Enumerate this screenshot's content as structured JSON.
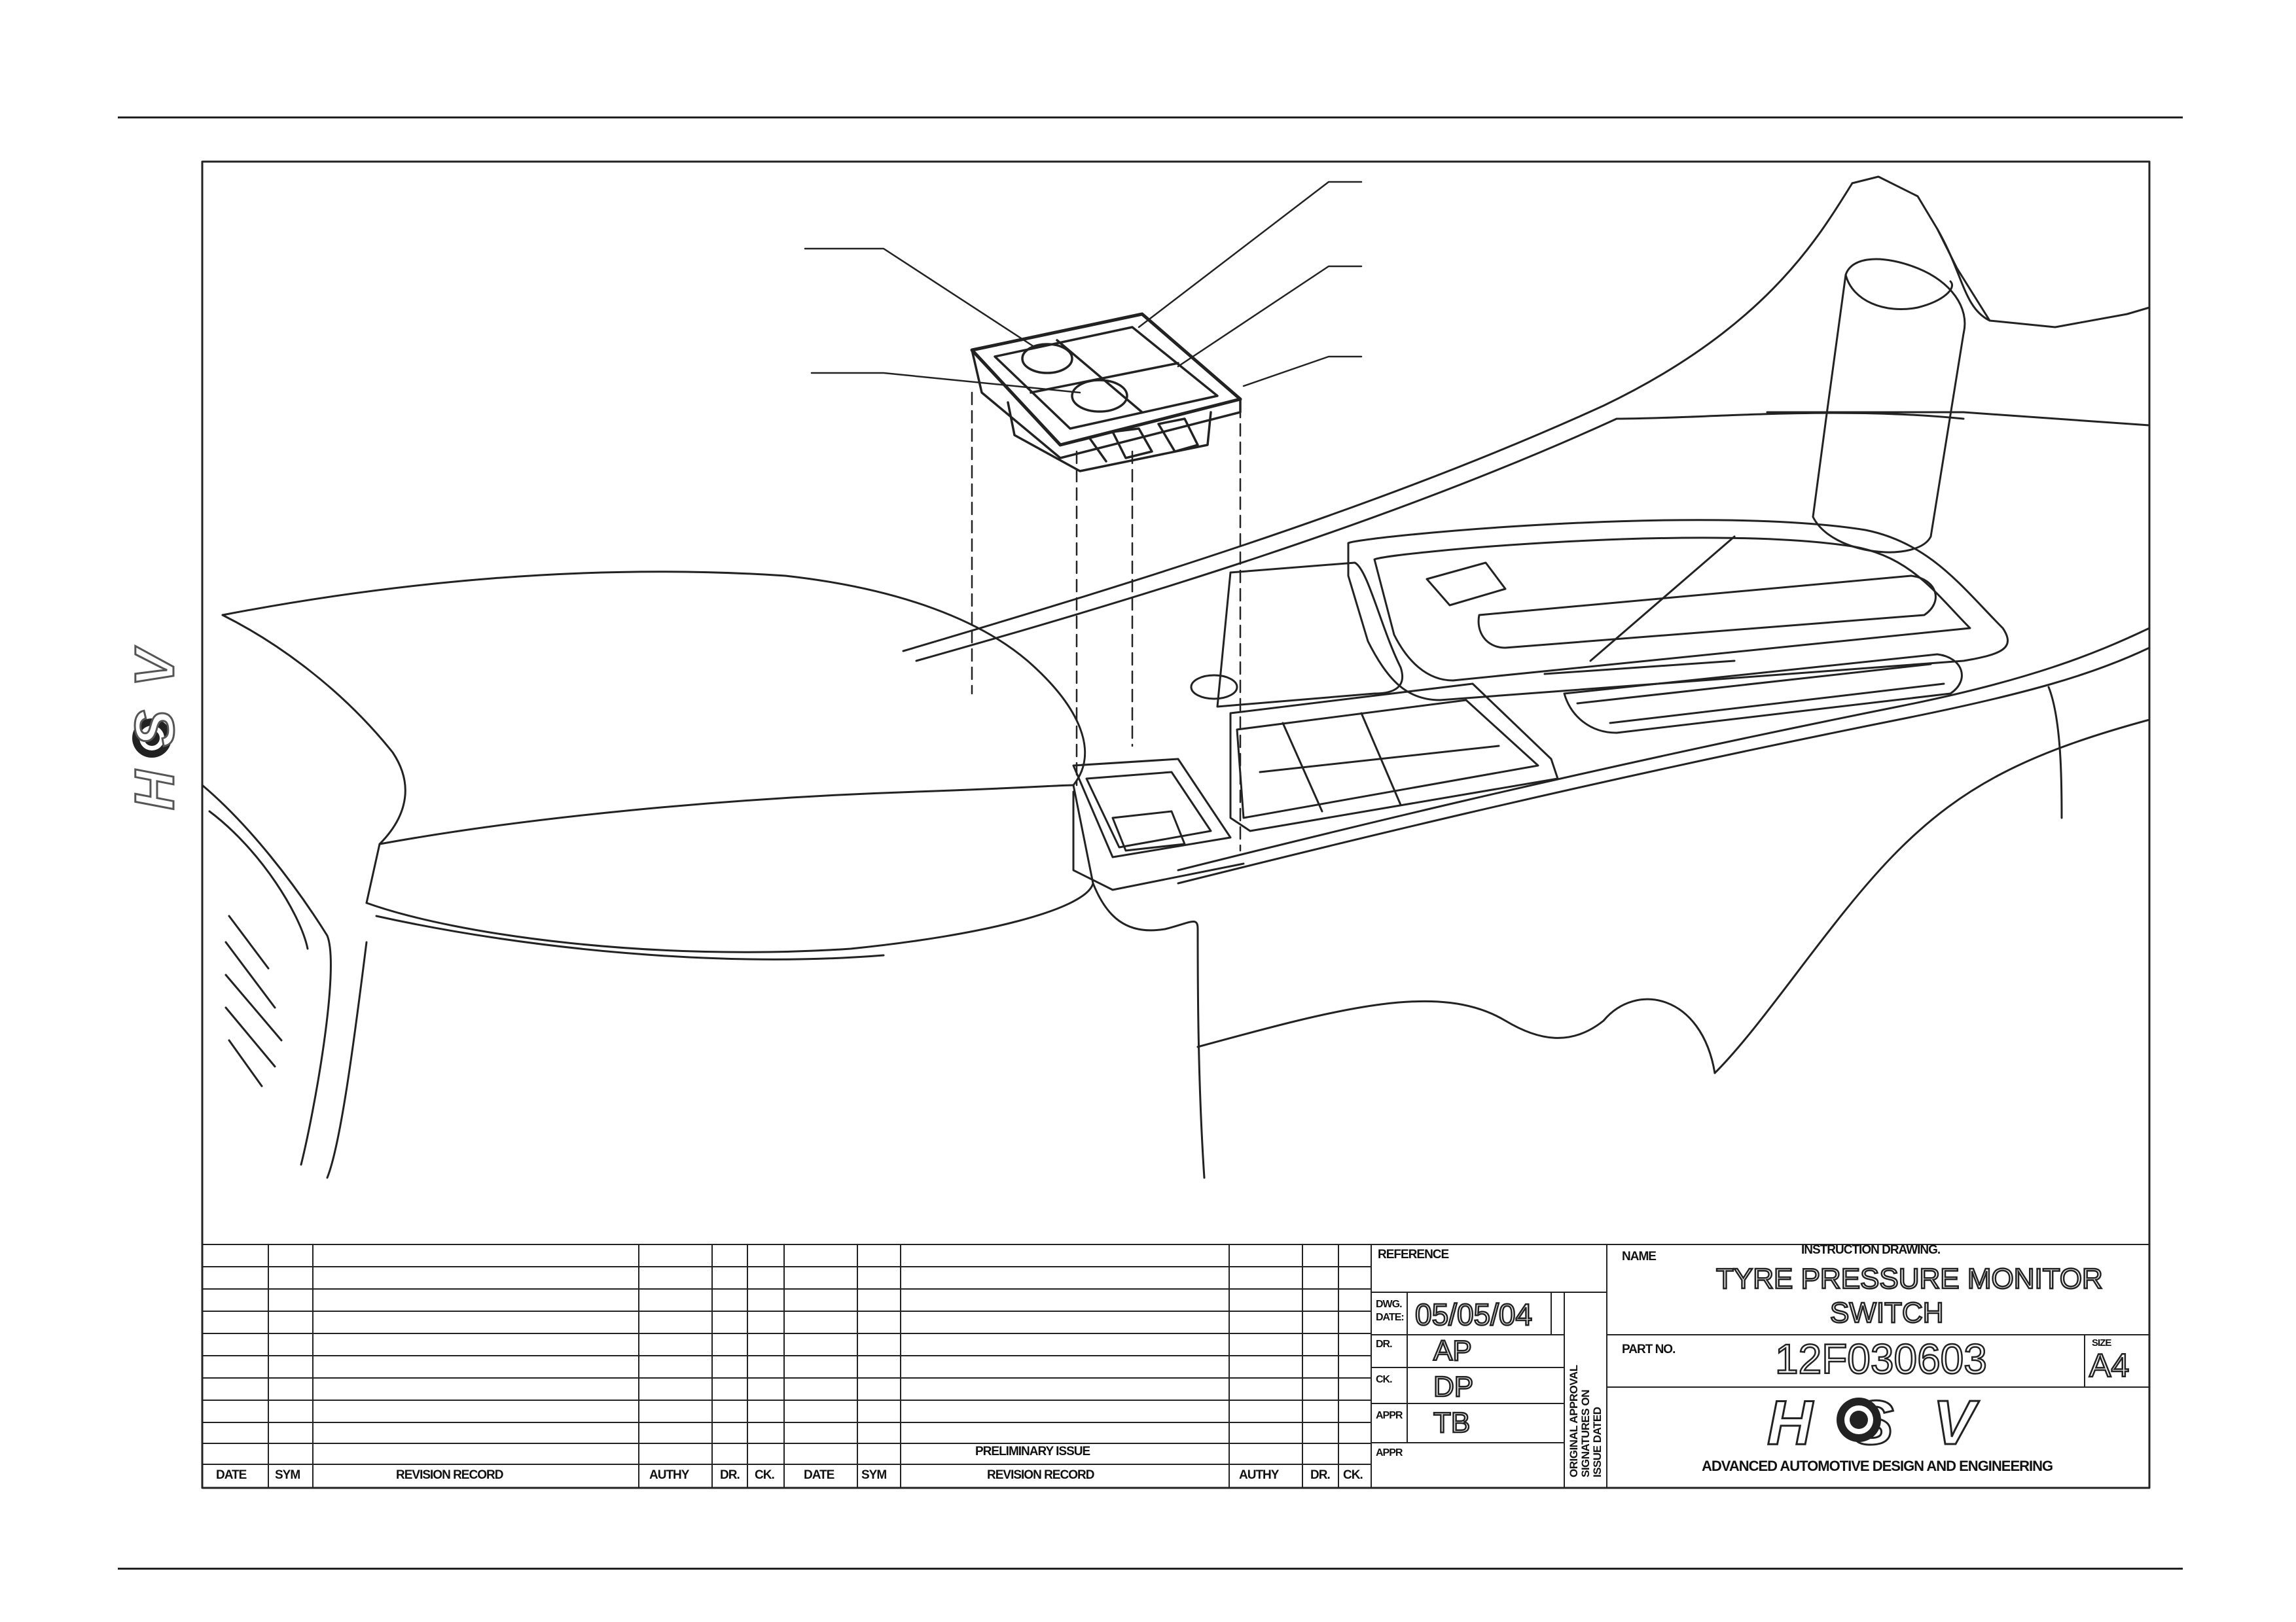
{
  "title_block": {
    "reference_label": "REFERENCE",
    "name_label": "NAME",
    "drawing_type": "INSTRUCTION DRAWING.",
    "title_line1": "TYRE PRESSURE MONITOR",
    "title_line2": "SWITCH",
    "dwg_date_label_1": "DWG.",
    "dwg_date_label_2": "DATE:",
    "dwg_date": "05/05/04",
    "dr_label": "DR.",
    "dr_value": "AP",
    "ck_label": "CK.",
    "ck_value": "DP",
    "appr_label": "APPR",
    "appr_value": "TB",
    "appr_label_2": "APPR",
    "part_no_label": "PART NO.",
    "part_no": "12F030603",
    "size_label": "SIZE",
    "size": "A4",
    "approval_note_1": "ORIGINAL APPROVAL",
    "approval_note_2": "SIGNATURES ON",
    "approval_note_3": "ISSUE DATED",
    "company": "ADVANCED AUTOMOTIVE DESIGN AND ENGINEERING",
    "logo_text": "HSV"
  },
  "revision_table": {
    "preliminary_issue": "PRELIMINARY ISSUE",
    "headers_left": [
      "DATE",
      "SYM",
      "REVISION RECORD",
      "AUTHY",
      "DR.",
      "CK."
    ],
    "headers_right": [
      "DATE",
      "SYM",
      "REVISION RECORD",
      "AUTHY",
      "DR.",
      "CK."
    ]
  },
  "side_logo": {
    "text": "HSV"
  },
  "colors": {
    "line": "#222222",
    "background": "#ffffff"
  }
}
